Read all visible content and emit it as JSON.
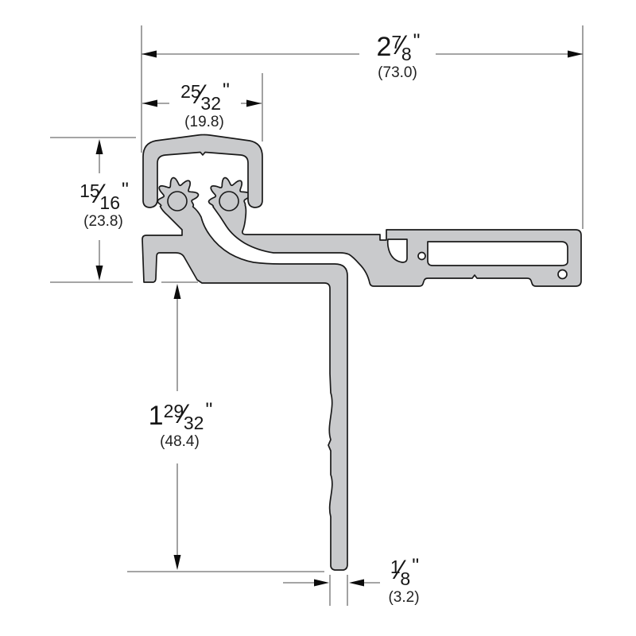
{
  "drawing": {
    "type": "technical-cross-section",
    "subject": "continuous-gear-hinge-extrusion-profile",
    "fraction_slash": "⁄",
    "colors": {
      "profile_fill": "#c9cacc",
      "profile_outline": "#1a1a1a",
      "dimension_line_color": "#6f6f6f",
      "text_color": "#161616",
      "background": "#ffffff"
    },
    "dimensions": {
      "overall_width": {
        "whole": "2",
        "numerator": "7",
        "denominator": "8",
        "inch_mark": "\"",
        "metric": "(73.0)"
      },
      "knuckle_width": {
        "whole": "",
        "numerator": "25",
        "denominator": "32",
        "inch_mark": "\"",
        "metric": "(19.8)"
      },
      "knuckle_height": {
        "whole": "",
        "numerator": "15",
        "denominator": "16",
        "inch_mark": "\"",
        "metric": "(23.8)"
      },
      "leg_length": {
        "whole": "1",
        "numerator": "29",
        "denominator": "32",
        "inch_mark": "\"",
        "metric": "(48.4)"
      },
      "leg_thickness": {
        "whole": "",
        "numerator": "1",
        "denominator": "8",
        "inch_mark": "\"",
        "metric": "(3.2)"
      }
    }
  }
}
